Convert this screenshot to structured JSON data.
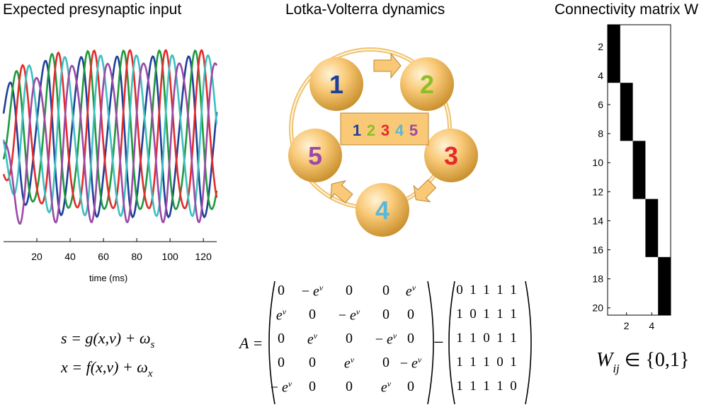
{
  "titles": {
    "left": "Expected presynaptic input",
    "middle": "Lotka-Volterra dynamics",
    "right": "Connectivity matrix W"
  },
  "left_panel": {
    "xlabel": "time (ms)",
    "xticks": [
      "20",
      "40",
      "60",
      "80",
      "100",
      "120"
    ],
    "xlim": [
      0,
      128
    ],
    "series_colors": [
      "#1f3f99",
      "#1e9a3c",
      "#e32b2b",
      "#3fbfbf",
      "#9b4aa6"
    ],
    "eq1": {
      "lhs": "s",
      "rhs": "g(x,v)",
      "noise": "ω",
      "noise_sub": "s"
    },
    "eq2": {
      "lhs": "x",
      "rhs": "f(x,v)",
      "noise": "ω",
      "noise_sub": "x"
    }
  },
  "middle_panel": {
    "nodes": [
      {
        "label": "1",
        "color": "#1f3f99"
      },
      {
        "label": "2",
        "color": "#8cbf26"
      },
      {
        "label": "3",
        "color": "#e32b2b"
      },
      {
        "label": "4",
        "color": "#5ab8d6"
      },
      {
        "label": "5",
        "color": "#9b4aa6"
      }
    ],
    "legend": [
      "1",
      "2",
      "3",
      "4",
      "5"
    ],
    "node_fill": "#f9c977",
    "arrow_fill": "#f9c977",
    "matrix_label": "A =",
    "matrix_A": [
      [
        "0",
        "−e^v",
        "0",
        "0",
        "e^v"
      ],
      [
        "e^v",
        "0",
        "−e^v",
        "0",
        "0"
      ],
      [
        "0",
        "e^v",
        "0",
        "−e^v",
        "0"
      ],
      [
        "0",
        "0",
        "e^v",
        "0",
        "−e^v"
      ],
      [
        "−e^v",
        "0",
        "0",
        "e^v",
        "0"
      ]
    ],
    "minus": "−",
    "matrix_B": [
      [
        "0",
        "1",
        "1",
        "1",
        "1"
      ],
      [
        "1",
        "0",
        "1",
        "1",
        "1"
      ],
      [
        "1",
        "1",
        "0",
        "1",
        "1"
      ],
      [
        "1",
        "1",
        "1",
        "0",
        "1"
      ],
      [
        "1",
        "1",
        "1",
        "1",
        "0"
      ]
    ]
  },
  "right_panel": {
    "yticks": [
      "2",
      "4",
      "6",
      "8",
      "10",
      "12",
      "14",
      "16",
      "18",
      "20"
    ],
    "xticks": [
      "2",
      "4"
    ],
    "rows": 20,
    "cols": 5,
    "blocks": [
      {
        "col": 1,
        "row_start": 1,
        "row_end": 4
      },
      {
        "col": 2,
        "row_start": 5,
        "row_end": 8
      },
      {
        "col": 3,
        "row_start": 9,
        "row_end": 12
      },
      {
        "col": 4,
        "row_start": 13,
        "row_end": 16
      },
      {
        "col": 5,
        "row_start": 17,
        "row_end": 20
      }
    ],
    "formula": {
      "symbol": "W",
      "sub": "ij",
      "rel": "∈",
      "set": "{0,1}"
    }
  }
}
